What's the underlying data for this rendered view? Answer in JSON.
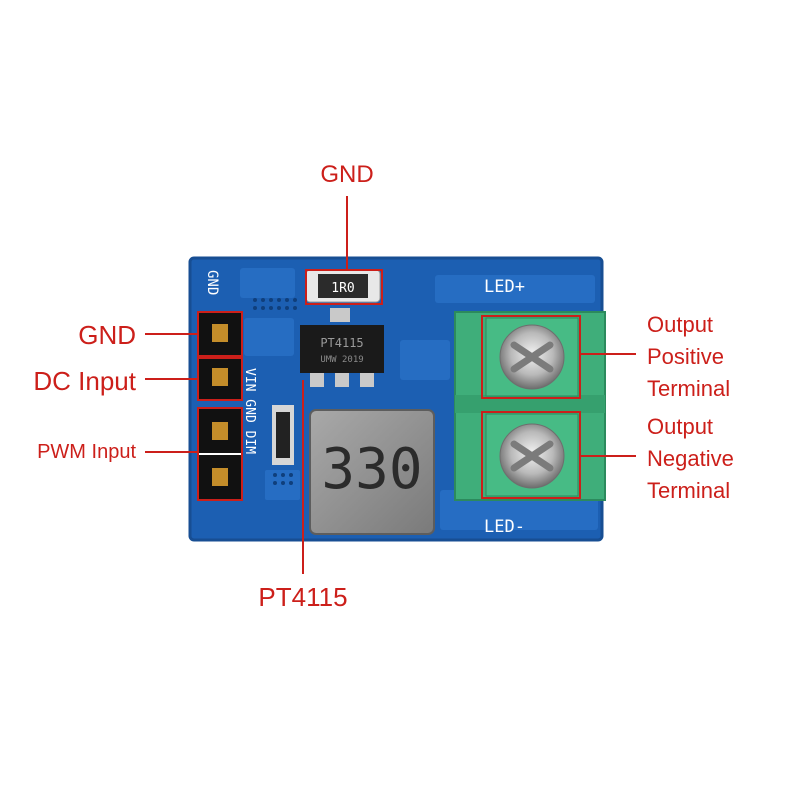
{
  "callouts": {
    "top_gnd": "GND",
    "left_gnd": "GND",
    "dc_input": "DC Input",
    "pwm_input": "PWM Input",
    "chip": "PT4115",
    "out_pos": [
      "Output",
      "Positive",
      "Terminal"
    ],
    "out_neg": [
      "Output",
      "Negative",
      "Terminal"
    ]
  },
  "silkscreen": {
    "led_plus": "LED+",
    "led_minus": "LED-",
    "gnd": "GND",
    "pins": "VIN GND DIM",
    "resistor": "1R0",
    "ic_line1": "PT4115",
    "ic_line2": "UMW 2019",
    "inductor": "330"
  },
  "colors": {
    "pcb": "#1c5fb2",
    "callout": "#cc1f1a",
    "terminal": "#3fae7a",
    "inductor": "#8e8e8e"
  }
}
